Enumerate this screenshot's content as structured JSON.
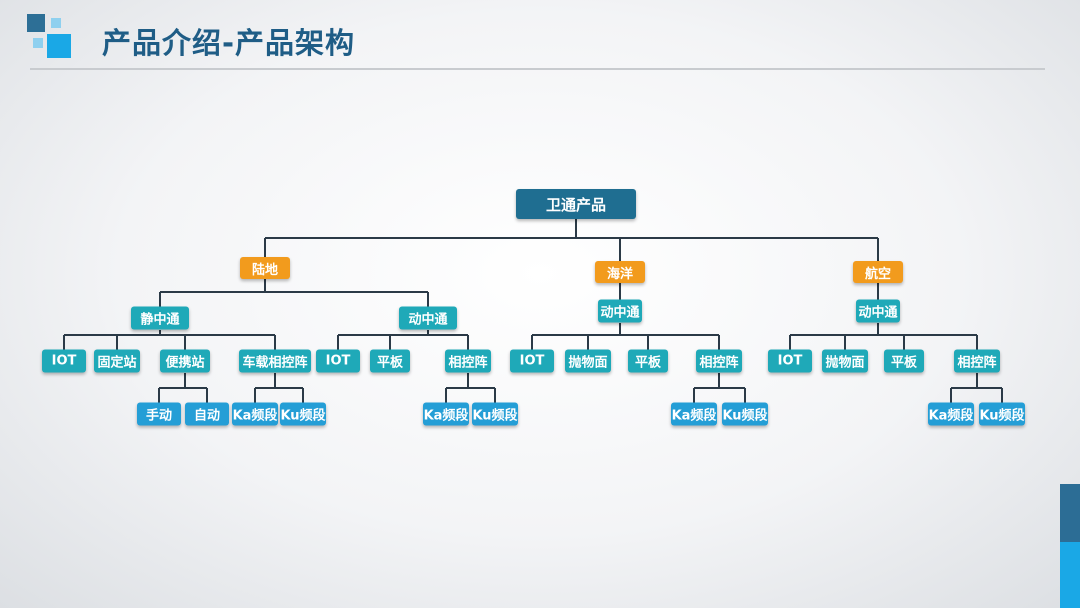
{
  "header": {
    "title": "产品介绍-产品架构"
  },
  "colors": {
    "root": "#1f6e91",
    "category": "#f29b1d",
    "mode": "#1fa9b8",
    "leaf": "#249ed6",
    "title": "#1f5d86"
  },
  "tree": {
    "root": "卫通产品",
    "land": {
      "label": "陆地",
      "static": {
        "label": "静中通",
        "iot": "IOT",
        "fixed": "固定站",
        "portable": "便携站",
        "manual": "手动",
        "auto": "自动",
        "vehicle": "车载相控阵",
        "ka": "Ka频段",
        "ku": "Ku频段"
      },
      "moving": {
        "label": "动中通",
        "iot": "IOT",
        "flat": "平板",
        "phased": "相控阵",
        "ka": "Ka频段",
        "ku": "Ku频段"
      }
    },
    "ocean": {
      "label": "海洋",
      "moving": {
        "label": "动中通",
        "iot": "IOT",
        "parabolic": "抛物面",
        "flat": "平板",
        "phased": "相控阵",
        "ka": "Ka频段",
        "ku": "Ku频段"
      }
    },
    "air": {
      "label": "航空",
      "moving": {
        "label": "动中通",
        "iot": "IOT",
        "parabolic": "抛物面",
        "flat": "平板",
        "phased": "相控阵",
        "ka": "Ka频段",
        "ku": "Ku频段"
      }
    }
  }
}
